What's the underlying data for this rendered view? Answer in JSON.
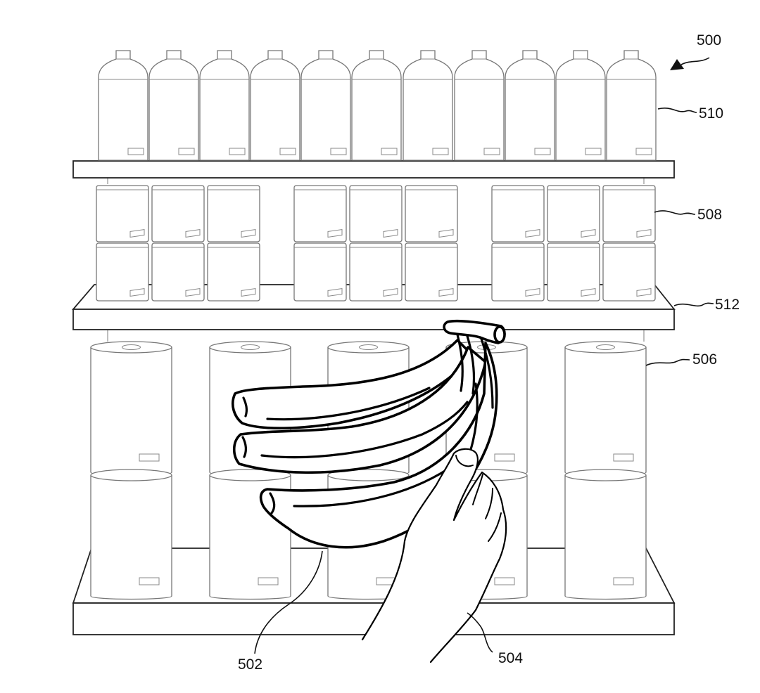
{
  "figure": {
    "reference_numerals": {
      "figure": "500",
      "bottles": "510",
      "canisters": "508",
      "shelf": "512",
      "paper_towel_rolls": "506",
      "bananas": "502",
      "hand": "504"
    }
  }
}
